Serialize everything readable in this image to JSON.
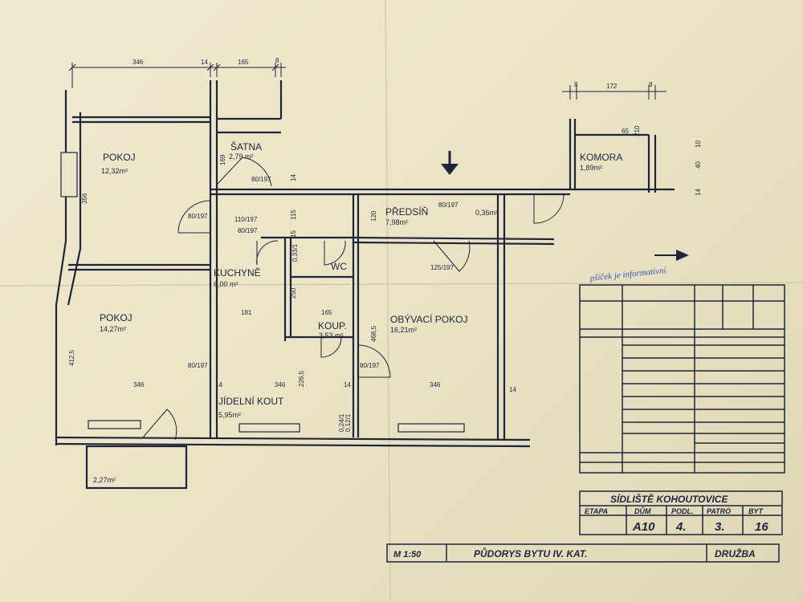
{
  "plan": {
    "rooms": [
      {
        "name": "POKOJ",
        "area": "12,32m²"
      },
      {
        "name": "ŠATNA",
        "area": "2,79 m²"
      },
      {
        "name": "PŘEDSÍŇ",
        "area": "7,98m²"
      },
      {
        "name": "KOMORA",
        "area": "1,89m²"
      },
      {
        "name": "KUCHYNĚ",
        "area": "6,00 m²"
      },
      {
        "name": "WC",
        "area": ""
      },
      {
        "name": "POKOJ",
        "area": "14,27m²"
      },
      {
        "name": "KOUP.",
        "area": "3,53 m²"
      },
      {
        "name": "OBÝVACÍ POKOJ",
        "area": "16,21m²"
      },
      {
        "name": "JÍDELNÍ KOUT",
        "area": "5,95m²"
      },
      {
        "name": "",
        "area": "2,27m²"
      },
      {
        "name": "",
        "area": "0,36m²"
      }
    ],
    "dimensions": {
      "top": [
        "346",
        "14",
        "165",
        "8"
      ],
      "komora_top": [
        "8",
        "172",
        "8"
      ],
      "interior": [
        "169",
        "14",
        "115",
        "120",
        "356",
        "412,5",
        "181",
        "165",
        "250",
        "468,5",
        "226,5",
        "346",
        "346",
        "346",
        "14",
        "14",
        "14",
        "15",
        "10",
        "40",
        "14",
        "65",
        "210"
      ],
      "doors": [
        "80/197",
        "80/197",
        "80/197",
        "80/197",
        "80/197",
        "80/197",
        "110/197",
        "125/197",
        "0,33/1",
        "0,24/1",
        "0,12/1"
      ]
    },
    "note": "pšíček je informativní"
  },
  "title_block": {
    "header": "SÍDLIŠTĚ KOHOUTOVICE",
    "columns": [
      "ETAPA",
      "DŮM",
      "PODL.",
      "PATRO",
      "BYT"
    ],
    "values": [
      "",
      "A10",
      "4.",
      "3.",
      "16"
    ],
    "scale": "M 1:50",
    "title": "PŮDORYS BYTU IV. KAT.",
    "company": "DRUŽBA"
  }
}
